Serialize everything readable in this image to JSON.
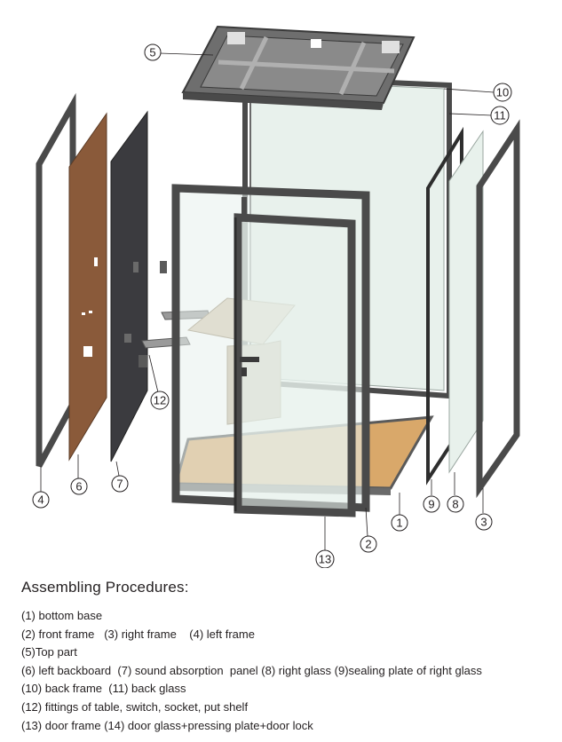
{
  "callouts": [
    "1",
    "2",
    "3",
    "4",
    "5",
    "6",
    "7",
    "8",
    "9",
    "10",
    "11",
    "12",
    "13"
  ],
  "procedures": {
    "heading": "Assembling Procedures:",
    "lines": [
      "(1) bottom base",
      "(2) front frame   (3) right frame    (4) left frame",
      "(5)Top part",
      "(6) left backboard  (7) sound absorption  panel (8) right glass (9)sealing plate of right glass",
      "(10) back frame  (11) back glass",
      "(12) fittings of table, switch, socket, put shelf",
      "(13) door frame (14) door glass+pressing plate+door lock"
    ]
  },
  "colors": {
    "frame": "#4a4a4a",
    "glass": "#e8f1ec",
    "wood_panel": "#8a5a3a",
    "acoustic_panel": "#3b3b3f",
    "floor": "#d9a86a",
    "desk": "#d8c8b0"
  }
}
